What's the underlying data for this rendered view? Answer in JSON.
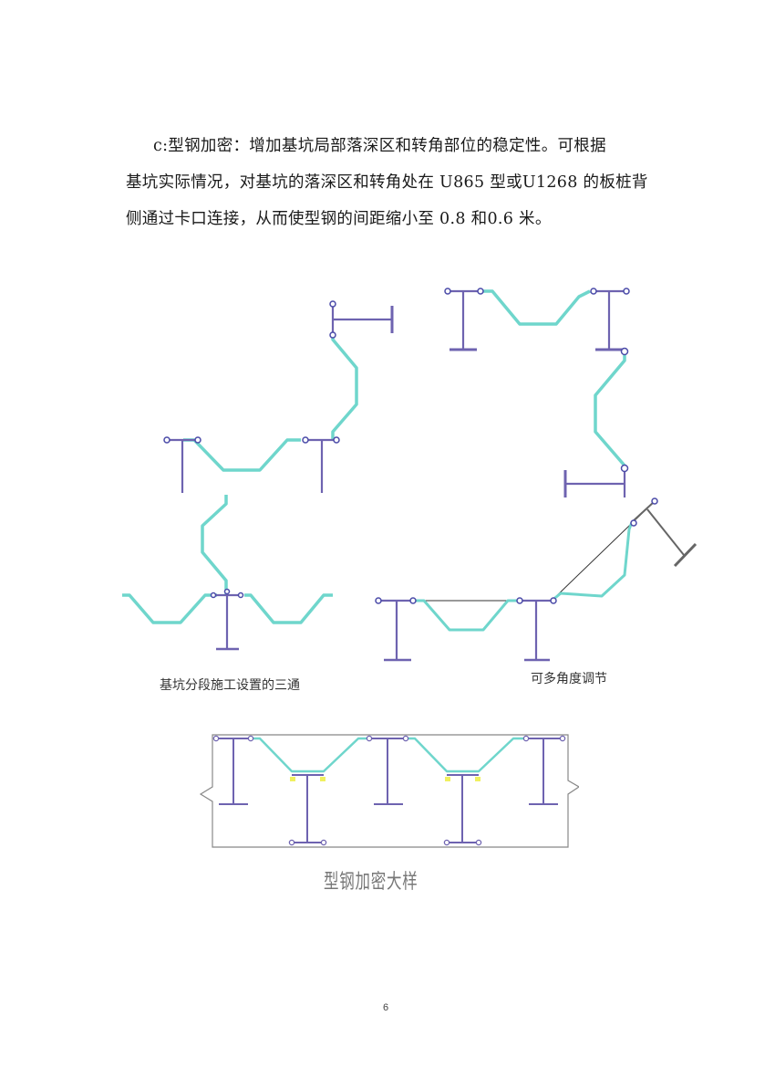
{
  "document": {
    "paragraph": {
      "lines": [
        "c:型钢加密：增加基坑局部落深区和转角部位的稳定性。可根据",
        "基坑实际情况，对基坑的落深区和转角处在 U865 型或U1268 的板桩背",
        "侧通过卡口连接，从而使型钢的间距缩小至 0.8 和0.6 米。"
      ]
    },
    "figures": [
      {
        "id": "corner-left",
        "caption": ""
      },
      {
        "id": "corner-right",
        "caption": ""
      },
      {
        "id": "tee-junction",
        "caption": "基坑分段施工设置的三通"
      },
      {
        "id": "multi-angle",
        "caption": "可多角度调节"
      },
      {
        "id": "densification-detail",
        "caption": "型钢加密大样"
      }
    ],
    "page_number": "6",
    "colors": {
      "sheet_pile": "#6fd6cc",
      "steel_beam": "#6e63b0",
      "clip_highlight": "#f0f060",
      "outline": "#888888"
    }
  }
}
